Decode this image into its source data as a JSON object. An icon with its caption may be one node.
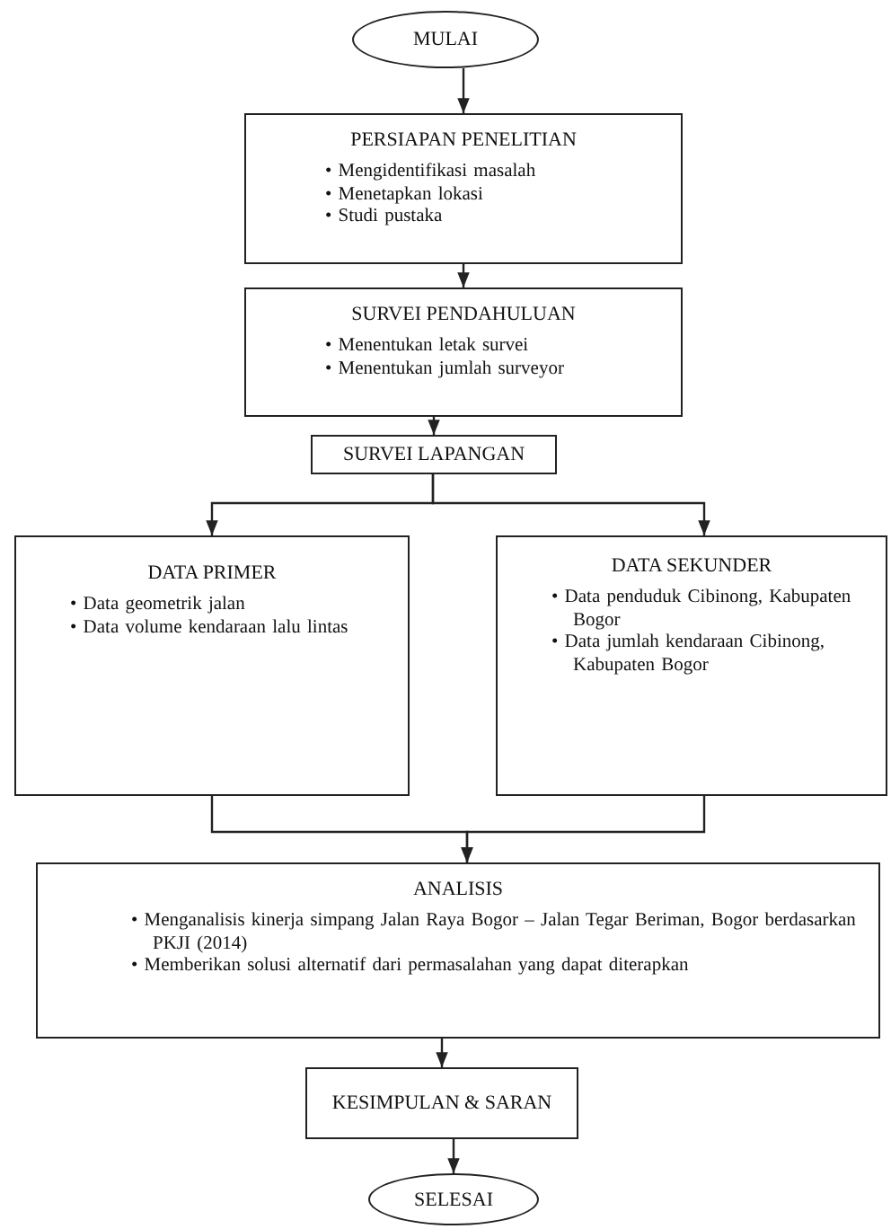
{
  "diagram": {
    "nodes": [
      {
        "text": [
          "MULAI"
        ]
      },
      {
        "text": [
          "PERSIAPAN PENELITIAN",
          "• Mengidentifikasi masalah",
          "• Menetapkan lokasi",
          "• Studi pustaka"
        ]
      },
      {
        "text": [
          "SURVEI PENDAHULUAN",
          "• Menentukan letak survei",
          "• Menentukan jumlah surveyor"
        ]
      },
      {
        "text": [
          "SURVEI LAPANGAN"
        ]
      },
      {
        "text": [
          "DATA PRIMER",
          "• Data geometrik jalan",
          "• Data volume kendaraan lalu lintas"
        ]
      },
      {
        "text": [
          "DATA SEKUNDER",
          "• Data penduduk Cibinong, Kabupaten Bogor",
          "• Data jumlah kendaraan Cibinong, Kabupaten Bogor"
        ]
      },
      {
        "text": [
          "ANALISIS",
          "• Menganalisis kinerja simpang Jalan Raya Bogor – Jalan Tegar Beriman, Bogor berdasarkan PKJI (2014)",
          "• Memberikan solusi alternatif dari permasalahan yang dapat diterapkan"
        ]
      },
      {
        "text": [
          "KESIMPULAN & SARAN"
        ]
      },
      {
        "text": [
          "SELESAI"
        ]
      }
    ],
    "edges": [
      {
        "from": 0,
        "to": 1,
        "arrow": "to"
      },
      {
        "from": 1,
        "to": 2,
        "arrow": "to"
      },
      {
        "from": 2,
        "to": 3,
        "arrow": "to"
      },
      {
        "from": 3,
        "to": 4,
        "arrow": "to"
      },
      {
        "from": 3,
        "to": 5,
        "arrow": "to"
      },
      {
        "from": 4,
        "to": 6,
        "arrow": "to"
      },
      {
        "from": 5,
        "to": 6,
        "arrow": "to"
      },
      {
        "from": 6,
        "to": 7,
        "arrow": "to"
      },
      {
        "from": 7,
        "to": 8,
        "arrow": "to"
      }
    ]
  }
}
